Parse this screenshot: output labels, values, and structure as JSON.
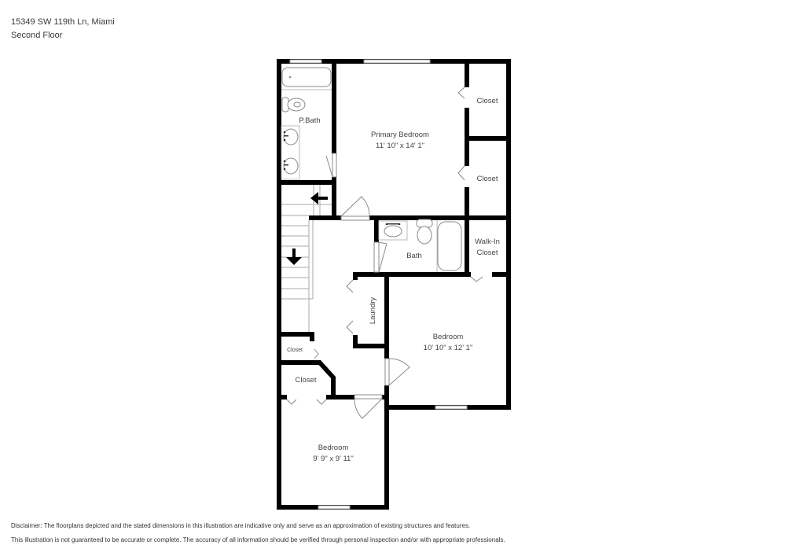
{
  "header": {
    "address": "15349 SW 119th Ln, Miami",
    "floor": "Second Floor"
  },
  "rooms": {
    "primary_bedroom": {
      "name": "Primary Bedroom",
      "dims": "11' 10\" x 14' 1\""
    },
    "primary_bath": {
      "name": "P.Bath"
    },
    "closet_top": {
      "name": "Closet"
    },
    "closet_middle": {
      "name": "Closet"
    },
    "walk_in_closet": {
      "name_line1": "Walk-In",
      "name_line2": "Closet"
    },
    "bath": {
      "name": "Bath"
    },
    "laundry": {
      "name": "Laundry"
    },
    "bedroom_right": {
      "name": "Bedroom",
      "dims": "10' 10\" x 12' 1\""
    },
    "closet_small": {
      "name": "Closet"
    },
    "closet_hall": {
      "name": "Closet"
    },
    "bedroom_bottom": {
      "name": "Bedroom",
      "dims": "9' 9\" x 9' 11\""
    }
  },
  "stairs": {
    "arrow_up_direction": "left",
    "arrow_down_direction": "down"
  },
  "colors": {
    "wall": "#000000",
    "fixture": "#888888",
    "text": "#444444"
  },
  "disclaimer": {
    "line1": "Disclaimer: The floorplans depicted and the stated dimensions in this illustration are indicative only and serve as an approximation of existing structures and features.",
    "line2": "This illustration is not guaranteed to be accurate or complete. The accuracy of all information should be verified through personal inspection and/or with appropriate professionals."
  }
}
